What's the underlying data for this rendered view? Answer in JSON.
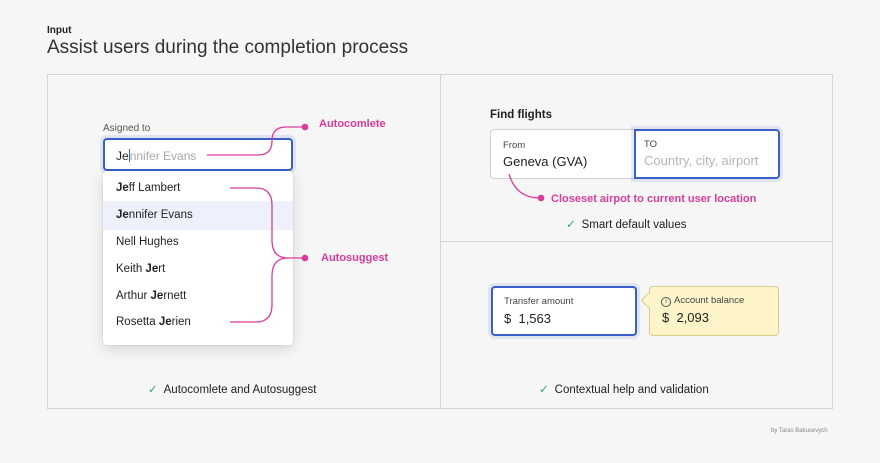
{
  "header": {
    "eyebrow": "Input",
    "title": "Assist users during the completion process"
  },
  "autocomplete_panel": {
    "field_label": "Asigned to",
    "typed_text": "Je",
    "completion_hint": "nnifer Evans",
    "annotation_autocomplete": "Autocomlete",
    "annotation_autosuggest": "Autosuggest",
    "suggestions": [
      {
        "bold": "Je",
        "rest": "ff Lambert",
        "prefix": "",
        "highlighted": false
      },
      {
        "bold": "Je",
        "rest": "nnifer Evans",
        "prefix": "",
        "highlighted": true
      },
      {
        "bold": "",
        "rest": "Nell Hughes",
        "prefix": "",
        "highlighted": false
      },
      {
        "prefix": "Keith ",
        "bold": "Je",
        "rest": "rt",
        "highlighted": false
      },
      {
        "prefix": "Arthur ",
        "bold": "Je",
        "rest": "rnett",
        "highlighted": false
      },
      {
        "prefix": "Rosetta ",
        "bold": "Je",
        "rest": "rien",
        "highlighted": false
      }
    ],
    "caption": "Autocomlete and Autosuggest"
  },
  "flights_panel": {
    "title": "Find flights",
    "from_label": "From",
    "from_value": "Geneva (GVA)",
    "to_label": "TO",
    "to_placeholder": "Country, city, airport",
    "annotation": "Closeset airpot to current user location",
    "caption": "Smart default values"
  },
  "transfer_panel": {
    "transfer_label": "Transfer amount",
    "transfer_currency": "$",
    "transfer_value": "1,563",
    "balance_label": "Account balance",
    "balance_currency": "$",
    "balance_value": "2,093",
    "caption": "Contextual help and validation"
  },
  "credit": "by Taras Bakusevych",
  "colors": {
    "accent_blue": "#3a5fc8",
    "annotation_pink": "#d93c9a",
    "check_green": "#2eaa6a",
    "tooltip_yellow": "#fdf5c9"
  }
}
